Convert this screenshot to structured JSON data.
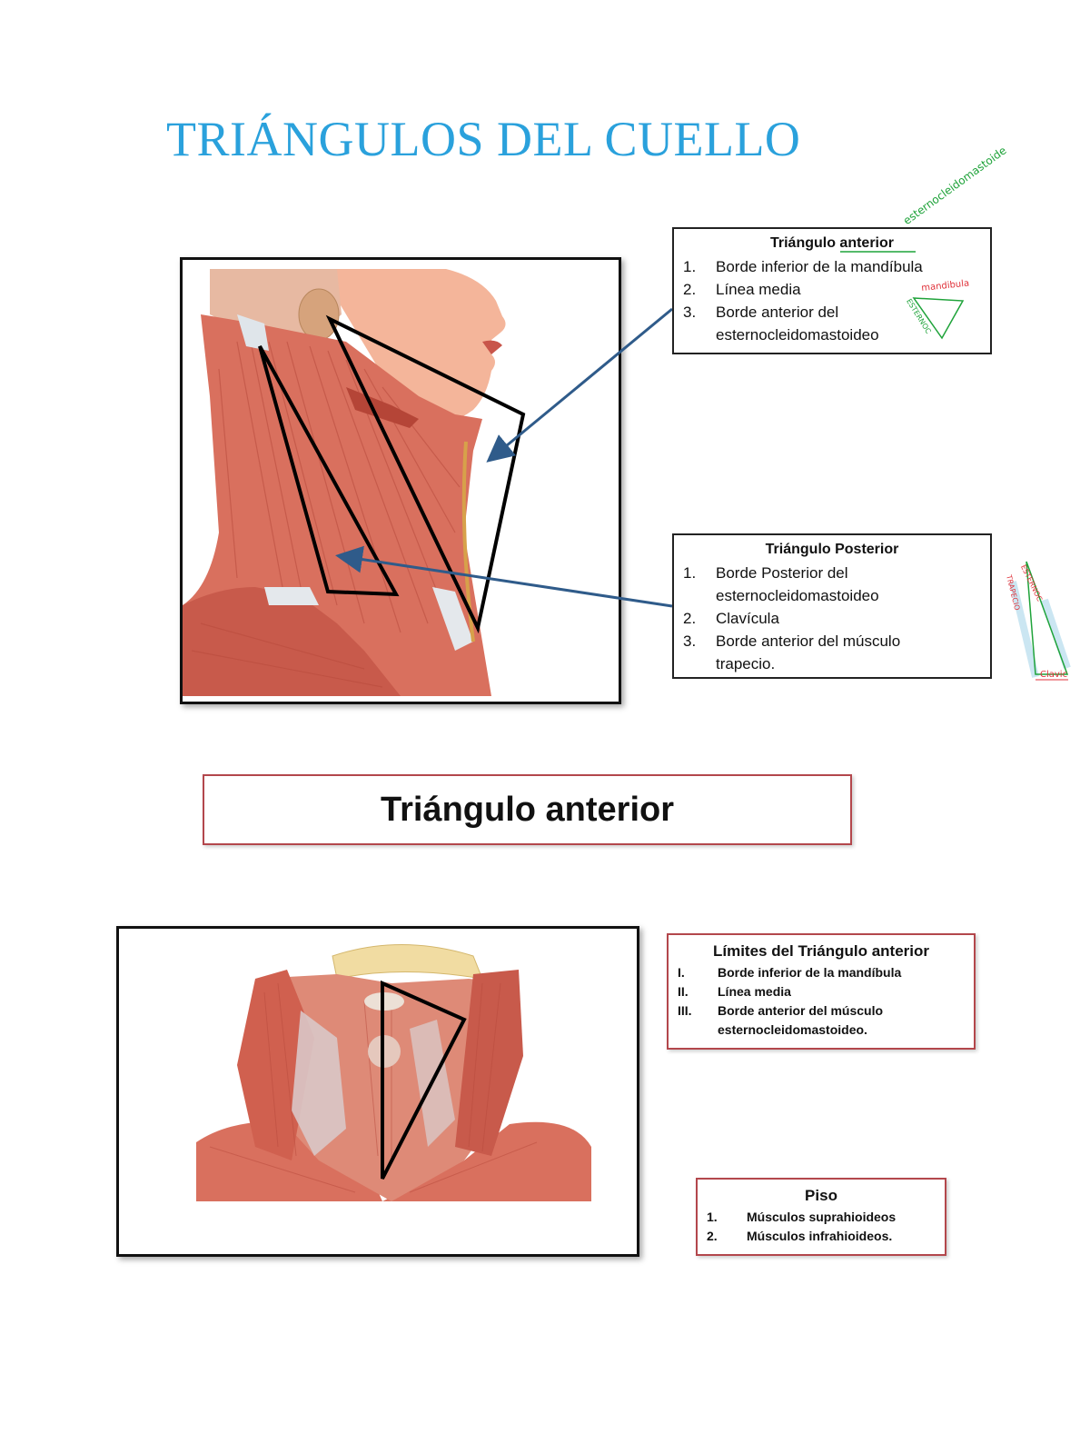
{
  "title": "TRIÁNGULOS DEL CUELLO",
  "box_anterior": {
    "title": "Triángulo anterior",
    "items": [
      {
        "num": "1.",
        "text": "Borde inferior de la mandíbula"
      },
      {
        "num": "2.",
        "text": "Línea media"
      },
      {
        "num": "3.",
        "text": "Borde anterior del esternocleidomastoideo"
      }
    ]
  },
  "box_posterior": {
    "title": "Triángulo Posterior",
    "items": [
      {
        "num": "1.",
        "text": "Borde  Posterior del esternocleidomastoideo"
      },
      {
        "num": "2.",
        "text": "Clavícula"
      },
      {
        "num": "3.",
        "text": "Borde anterior del  músculo trapecio."
      }
    ]
  },
  "annotations": {
    "esternocleido": "esternocleidomastoide",
    "mandibula": "mandibula",
    "esternoc_1": "ESTERNOC",
    "esternoc_2": "ESTERNOC",
    "trapecio": "TRAPECIO",
    "clavic": "Clavic"
  },
  "section_title": "Triángulo anterior",
  "limites_box": {
    "title": "Límites del Triángulo anterior",
    "items": [
      {
        "num": "I.",
        "text": "Borde inferior de la mandíbula"
      },
      {
        "num": "II.",
        "text": "Línea media"
      },
      {
        "num": "III.",
        "text": "Borde  anterior  del   músculo esternocleidomastoideo."
      }
    ]
  },
  "piso_box": {
    "title": "Piso",
    "items": [
      {
        "num": "1.",
        "text": "Músculos suprahioideos"
      },
      {
        "num": "2.",
        "text": "Músculos infrahioideos."
      }
    ]
  },
  "colors": {
    "title": "#2aa1dc",
    "arrow": "#2f5b8a",
    "box_red_border": "#b3474c",
    "annotation_green": "#1fa33a",
    "annotation_red": "#e0323a",
    "muscle": "#d9705e"
  }
}
